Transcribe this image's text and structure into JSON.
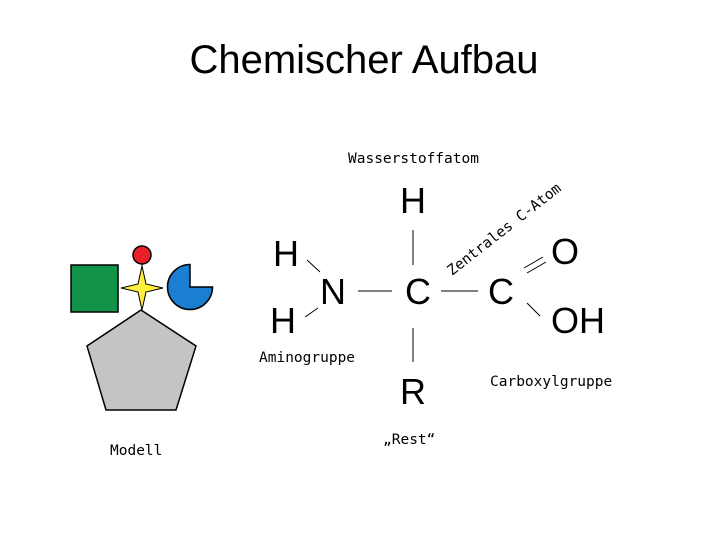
{
  "title": "Chemischer Aufbau",
  "atoms": {
    "h_top": "H",
    "h_left_top": "H",
    "n": "N",
    "c_center": "C",
    "c_right": "C",
    "o": "O",
    "oh": "OH",
    "h_left_bottom": "H",
    "r": "R"
  },
  "labels": {
    "wasserstoffatom": "Wasserstoffatom",
    "zentrales_c_atom": "Zentrales C-Atom",
    "aminogruppe": "Aminogruppe",
    "carboxylgruppe": "Carboxylgruppe",
    "rest": "„Rest“",
    "modell": "Modell"
  },
  "model_colors": {
    "circle": "#e8202a",
    "square": "#12934a",
    "pacman": "#1a7fd0",
    "star": "#ffef3a",
    "pentagon": "#c4c4c4"
  }
}
